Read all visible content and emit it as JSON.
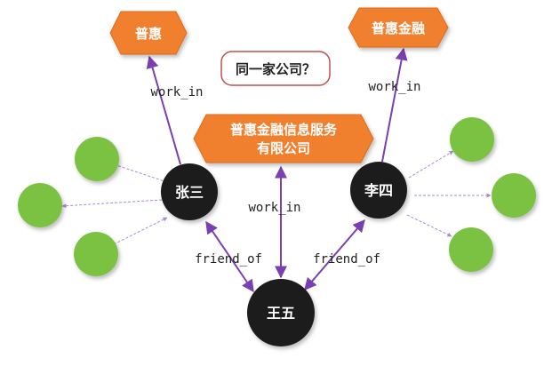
{
  "question": "同一家公司？",
  "companies": {
    "puhui": "普惠",
    "puhui_finance": "普惠金融",
    "full_name_line1": "普惠金融信息服务",
    "full_name_line2": "有限公司"
  },
  "people": {
    "zhang_san": "张三",
    "li_si": "李四",
    "wang_wu": "王五"
  },
  "relations": {
    "work_in_left": "work_in",
    "work_in_right": "work_in",
    "work_in_center": "work_in",
    "friend_of_left": "friend_of",
    "friend_of_right": "friend_of"
  },
  "colors": {
    "orange": "#f07f2e",
    "green": "#7cc243",
    "black": "#1e1e1e",
    "purple": "#7a3fb0",
    "red_border": "#c0504d"
  }
}
